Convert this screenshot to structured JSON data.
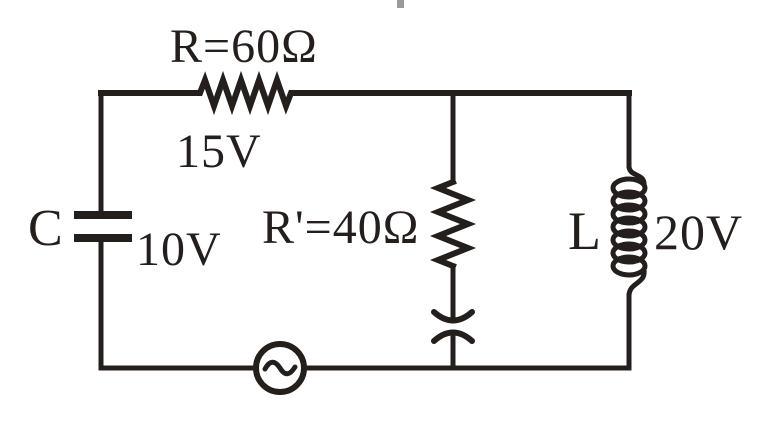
{
  "diagram": {
    "type": "ac-circuit-diagram",
    "colors": {
      "ink": "#241f1c",
      "background": "#ffffff",
      "crop_artifact_gray": "#9a9a9a"
    },
    "components": {
      "series_resistor": {
        "label": "R=60Ω",
        "voltage": "15V"
      },
      "capacitor": {
        "label": "C",
        "voltage": "10V"
      },
      "parallel_resistor": {
        "label": "R'=40Ω"
      },
      "inductor": {
        "label": "L",
        "voltage": "20V"
      },
      "ac_source": {
        "symbol": "~"
      }
    }
  }
}
